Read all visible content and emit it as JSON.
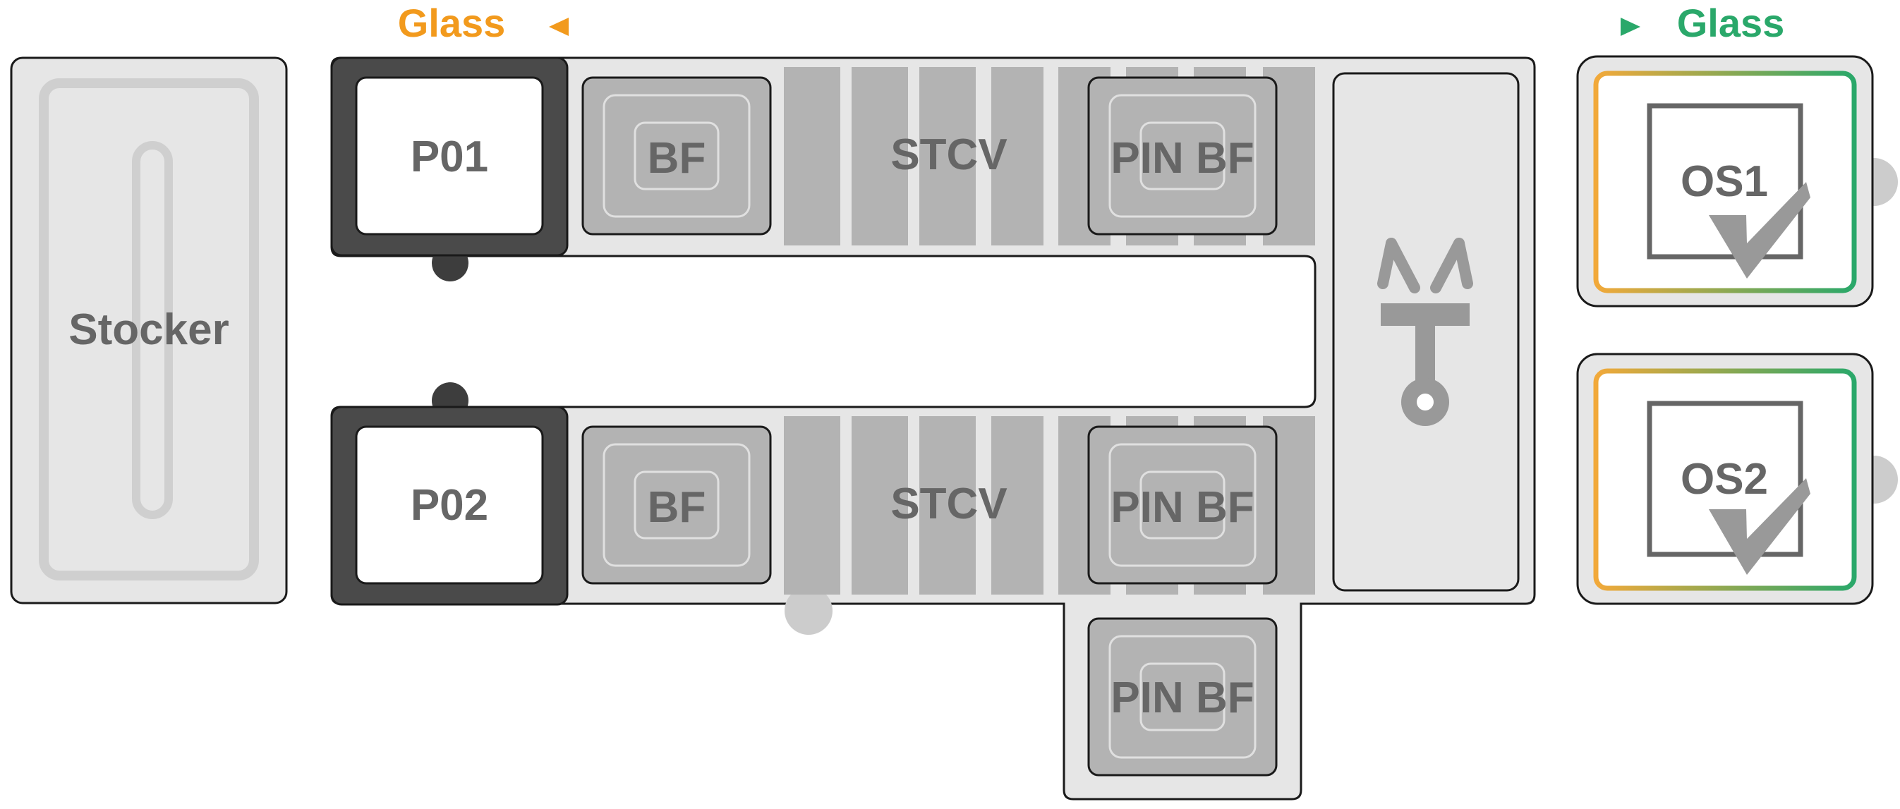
{
  "flow": {
    "source_label": "Glass",
    "target_label": "Glass",
    "source_color": "#f29a1d",
    "target_color": "#2aa86a"
  },
  "stocker": {
    "label": "Stocker"
  },
  "lines": [
    {
      "port": "P01",
      "buffer": "BF",
      "conveyor": "STCV",
      "pin_buffer": "PIN BF"
    },
    {
      "port": "P02",
      "buffer": "BF",
      "conveyor": "STCV",
      "pin_buffer": "PIN BF"
    }
  ],
  "extra_pin_buffer": {
    "label": "PIN BF"
  },
  "robot": {
    "icon": "robot-gripper-icon"
  },
  "output_stations": [
    {
      "label": "OS1",
      "status_icon": "checkmark-icon"
    },
    {
      "label": "OS2",
      "status_icon": "checkmark-icon"
    }
  ],
  "colors": {
    "panel_fill": "#e6e6e6",
    "outline": "#1a1a1a",
    "port_frame": "#4a4a4a",
    "module_fill": "#b3b3b3",
    "text": "#666666",
    "stocker_inner": "#cfcfcf"
  }
}
